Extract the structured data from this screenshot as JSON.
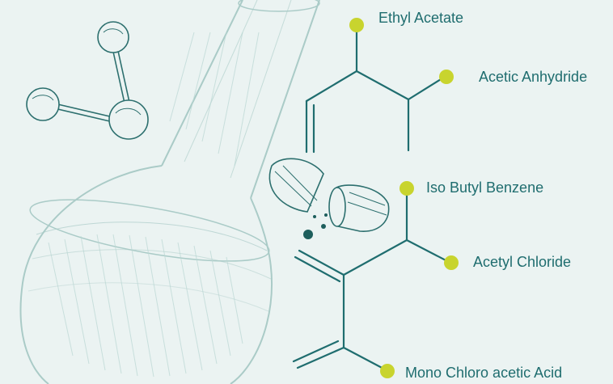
{
  "chemicals": [
    {
      "label": "Ethyl Acetate"
    },
    {
      "label": "Acetic Anhydride"
    },
    {
      "label": "Iso Butyl Benzene"
    },
    {
      "label": "Acetyl Chloride"
    },
    {
      "label": "Mono Chloro acetic Acid"
    }
  ],
  "colors": {
    "background": "#ebf3f2",
    "node": "#c8d42e",
    "bond": "#1f6d6f",
    "sketch": "#9fc4c0",
    "dark_teal": "#1d5e5c"
  },
  "icons": {
    "molecule": "molecule-model-icon",
    "flask": "round-bottom-flask-sketch",
    "capsule": "open-capsule-icon"
  }
}
